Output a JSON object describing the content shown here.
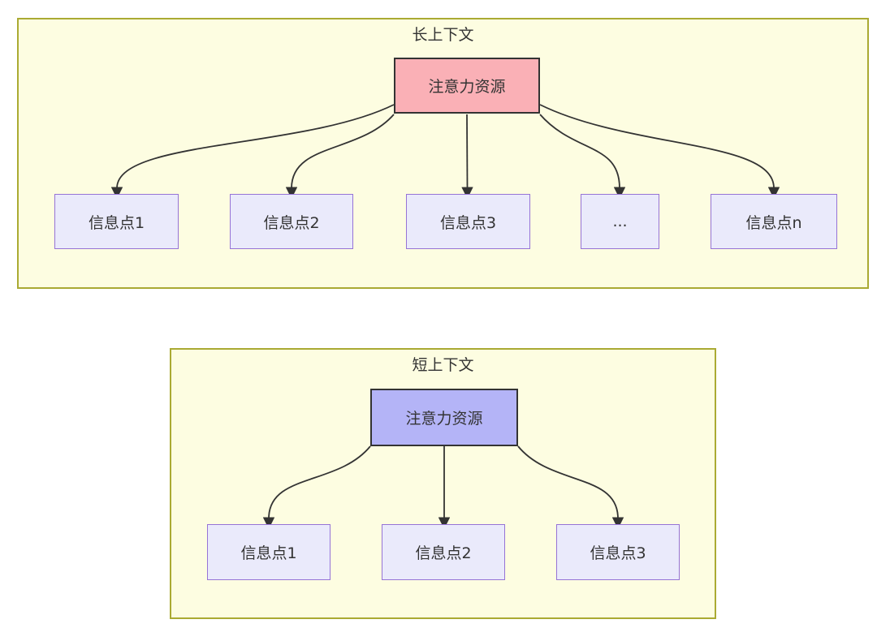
{
  "colors": {
    "canvas-bg": "#ffffff",
    "container-bg": "#FDFDE1",
    "container-border": "#AAAA33",
    "attention-long-fill": "#FAB0B6",
    "attention-short-fill": "#B4B4F7",
    "attention-border": "#333333",
    "node-fill": "#EAEAFB",
    "node-border": "#9673D6",
    "arrow": "#333333",
    "text": "#333333"
  },
  "long_context": {
    "title": "长上下文",
    "attention_label": "注意力资源",
    "nodes": [
      {
        "label": "信息点1"
      },
      {
        "label": "信息点2"
      },
      {
        "label": "信息点3"
      },
      {
        "label": "..."
      },
      {
        "label": "信息点n"
      }
    ]
  },
  "short_context": {
    "title": "短上下文",
    "attention_label": "注意力资源",
    "nodes": [
      {
        "label": "信息点1"
      },
      {
        "label": "信息点2"
      },
      {
        "label": "信息点3"
      }
    ]
  }
}
